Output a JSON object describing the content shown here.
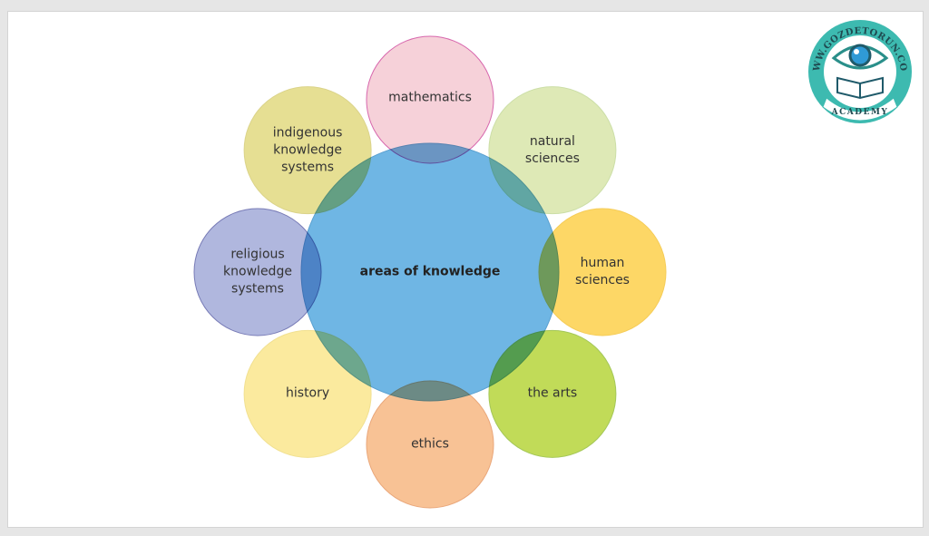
{
  "diagram": {
    "center": {
      "label": "areas of knowledge",
      "color": "#6fb6e4"
    },
    "areas": [
      {
        "label": "mathematics",
        "lines": [
          "mathematics"
        ],
        "color": "#f6cdd6",
        "stroke": "#d45aa6"
      },
      {
        "label": "natural sciences",
        "lines": [
          "natural",
          "sciences"
        ],
        "color": "#dbe8b0",
        "stroke": "#c8dca0"
      },
      {
        "label": "human sciences",
        "lines": [
          "human",
          "sciences"
        ],
        "color": "#fdd459",
        "stroke": "#f5c84a"
      },
      {
        "label": "the arts",
        "lines": [
          "the arts"
        ],
        "color": "#bcd84a",
        "stroke": "#9cc24a"
      },
      {
        "label": "ethics",
        "lines": [
          "ethics"
        ],
        "color": "#f8bd8c",
        "stroke": "#e8a070"
      },
      {
        "label": "history",
        "lines": [
          "history"
        ],
        "color": "#fbe996",
        "stroke": "#f0de88"
      },
      {
        "label": "religious knowledge systems",
        "lines": [
          "religious",
          "knowledge",
          "systems"
        ],
        "color": "#a9b1dc",
        "stroke": "#6c70b0"
      },
      {
        "label": "indigenous knowledge systems",
        "lines": [
          "indigenous",
          "knowledge",
          "systems"
        ],
        "color": "#e4dd8a",
        "stroke": "#d8d080"
      }
    ]
  },
  "logo": {
    "top_text": "WWW.GOZDETORUN.COM",
    "bottom_text": "ACADEMY",
    "color": "#3dbab0"
  }
}
